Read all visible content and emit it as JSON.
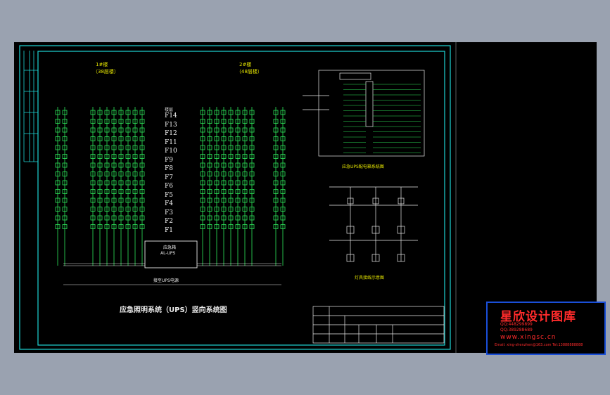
{
  "drawing": {
    "main_title": "应急照明系统（UPS）竖向系统图",
    "left_block_label": "1#楼",
    "left_block_sub": "（38层楼）",
    "right_block_label": "2#楼",
    "right_block_sub": "（48层楼）",
    "floors_header": "楼层",
    "floors": [
      "F14",
      "F13",
      "F12",
      "F11",
      "F10",
      "F9",
      "F8",
      "F7",
      "F6",
      "F5",
      "F4",
      "F3",
      "F2",
      "F1"
    ],
    "ups_panel_label": "应急箱",
    "ups_panel_code": "AL-UPS",
    "bottom_note": "接至UPS电源",
    "panel_diagram_title": "应急UPS配电箱系统图",
    "lamp_diagram_title": "灯具接线示意图"
  },
  "watermark": {
    "title": "星欣设计图库",
    "qq1": "QQ:448299899",
    "qq2": "QQ:389288689",
    "site": "www.xingsc.cn",
    "contact": "Email: xing-shenzhen@163.com  Tel:13888888888"
  },
  "colors": {
    "frame": "#1fd6d6",
    "wiring": "#2ee85a",
    "text": "#eaeaea",
    "background": "#000000",
    "stamp_text": "#ff2b2b",
    "stamp_border": "#1a4fd8"
  }
}
